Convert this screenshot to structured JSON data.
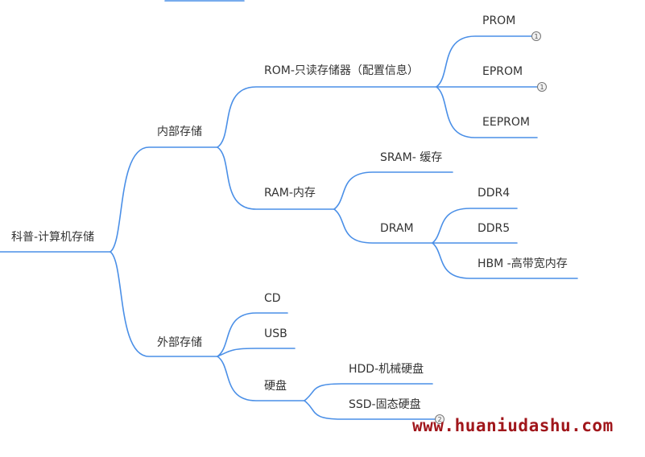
{
  "mindmap": {
    "root": {
      "label": "科普-计算机存储"
    },
    "internal": {
      "label": "内部存储",
      "rom": {
        "label": "ROM-只读存储器（配置信息）",
        "prom": "PROM",
        "eprom": "EPROM",
        "eeprom": "EEPROM",
        "prom_badge": "1",
        "eprom_badge": "1"
      },
      "ram": {
        "label": "RAM-内存",
        "sram": "SRAM- 缓存",
        "dram": {
          "label": "DRAM",
          "ddr4": "DDR4",
          "ddr5": "DDR5",
          "hbm": "HBM -高带宽内存"
        }
      }
    },
    "external": {
      "label": "外部存储",
      "cd": "CD",
      "usb": "USB",
      "disk": {
        "label": "硬盘",
        "hdd": "HDD-机械硬盘",
        "ssd": "SSD-固态硬盘",
        "ssd_badge": "2"
      }
    }
  },
  "watermark": {
    "text": "www.huaniudashu.com"
  },
  "colors": {
    "line": "#4a8fe7",
    "text": "#333333",
    "watermark": "#a0161b"
  }
}
